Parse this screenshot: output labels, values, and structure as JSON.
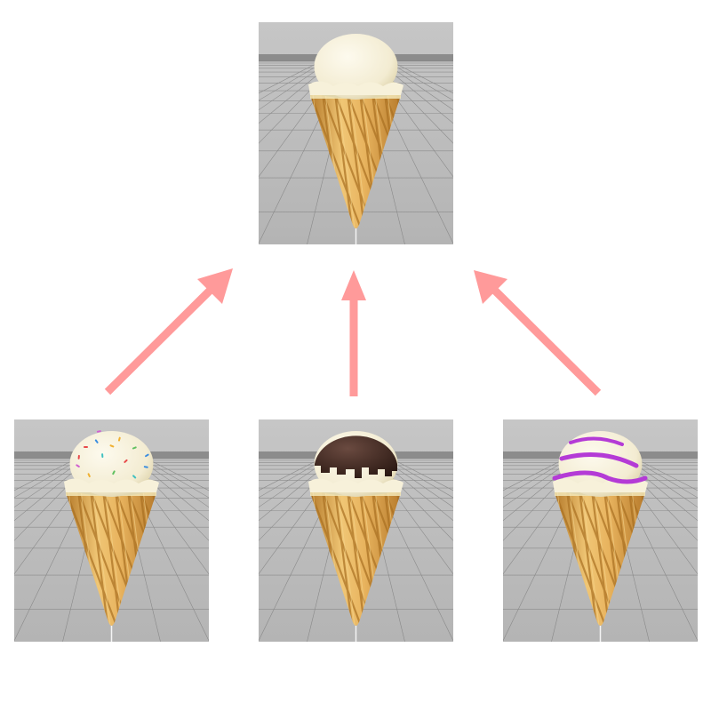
{
  "colors": {
    "background": "#ffffff",
    "arrow": "#ff9a9a",
    "stage_bg": "#b9b9b9",
    "stage_band": "#8c8c8c",
    "grid_line": "#7a7a7a",
    "cone_base": "#e6ae55",
    "cone_light": "#f6d58e",
    "cone_shadow": "#a86f22",
    "cream": "#f7f1da",
    "cream_shadow": "#e2d7ad",
    "cream_rim": "#f3e7b8"
  },
  "diagram": {
    "target": {
      "name": "plain-vanilla-cone",
      "topping": "none"
    },
    "sources": [
      {
        "name": "sprinkles-cone",
        "topping": "sprinkles"
      },
      {
        "name": "chocolate-dip-cone",
        "topping": "chocolate-dip"
      },
      {
        "name": "purple-swirl-cone",
        "topping": "purple-swirl"
      }
    ],
    "arrows": [
      {
        "from": "sprinkles-cone",
        "to": "plain-vanilla-cone"
      },
      {
        "from": "chocolate-dip-cone",
        "to": "plain-vanilla-cone"
      },
      {
        "from": "purple-swirl-cone",
        "to": "plain-vanilla-cone"
      }
    ]
  }
}
